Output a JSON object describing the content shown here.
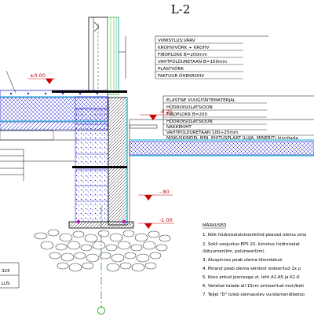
{
  "title": "L-2",
  "layers_top": [
    "VIIMISTLUS:VÄRV",
    "KROHVIVÕRK + KROHV",
    "FIBOPLOKK B=200mm",
    "VAHTPOLÜURETAAN B=150mm",
    "PLASTVÕRK",
    "FAKTUUR ÕHEKROHV"
  ],
  "layers_floor": [
    "ELASTNE VUUGITÄITEMATERJAL",
    "HÜDROISOLATSIOON",
    "FIBOPLOKK B=200",
    "HÜDROISOLATSIOON",
    "NAKKEKIHT",
    "VAHTPOLÜURETAAN 100÷25mm",
    "NISKUSKINDEL MIN. EHITUSPLAAT (LUJA, MINERIT) kinnitada"
  ],
  "elevations": {
    "e0": "±0.00",
    "e1": "-0.25",
    "e2": "-.80",
    "e3": "-1.00"
  },
  "left_labels": [
    "325",
    "LUS"
  ],
  "notes": {
    "heading": "MÄRKUSED",
    "items": [
      "1. Kõik hüdroisolatsioonikihid peavad olema oma",
      "2. Sokli soojustus EPS 20, kinnitus hüdroisolat",
      "   (bituumenliim, polümeerliim)",
      "3. Aluspinnas peab olema tihendatud.",
      "4. Põrand peab olema seinlest isoleeritud 2x p",
      "5. Koos antud joonisega vt. leht A1-A5 ja K1-K",
      "6. Vahelae  talade all 15cm armeeritud mon/beh",
      "7. Teljel \"D\" tuleb olemasolev vundamendibetoo"
    ]
  },
  "colors": {
    "hatch": "#0000cc",
    "accent": "#00b4c8",
    "red": "#cc0000",
    "green": "#009900",
    "gravel": "#333333"
  }
}
